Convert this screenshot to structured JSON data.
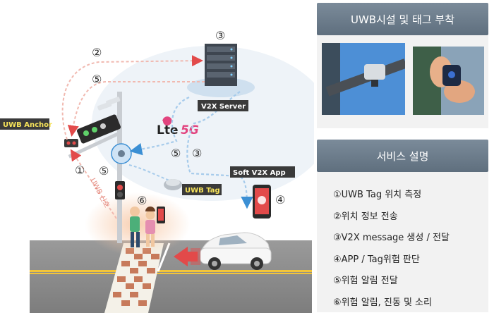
{
  "panels": {
    "facility_title": "UWB시설 및 태그 부착",
    "service_title": "서비스 설명",
    "service_items": [
      "①UWB Tag 위치 측정",
      "②위치 정보 전송",
      "③V2X message 생성 / 전달",
      "④APP / Tag위험 판단",
      "⑤위험 알림 전달",
      "⑥위험 알림, 진동 및 소리"
    ]
  },
  "diagram": {
    "labels": {
      "uwb_anchor": "UWB Anchor",
      "v2x_server": "V2X Server",
      "soft_v2x_app": "Soft V2X App",
      "uwb_tag": "UWB Tag",
      "uwb_signal": "UWB 신호",
      "lte": "Lte",
      "fiveg": "5G"
    },
    "step_markers": {
      "n1": "①",
      "n2": "②",
      "n3": "③",
      "n4": "④",
      "n5": "⑤",
      "n6": "⑥"
    }
  },
  "colors": {
    "label_bg": "#3a3a3a",
    "label_text": "#f6e35a",
    "panel_header": "#6b7b8a",
    "arrow_red": "#e24a4a",
    "arrow_blue": "#3b8fd4"
  }
}
